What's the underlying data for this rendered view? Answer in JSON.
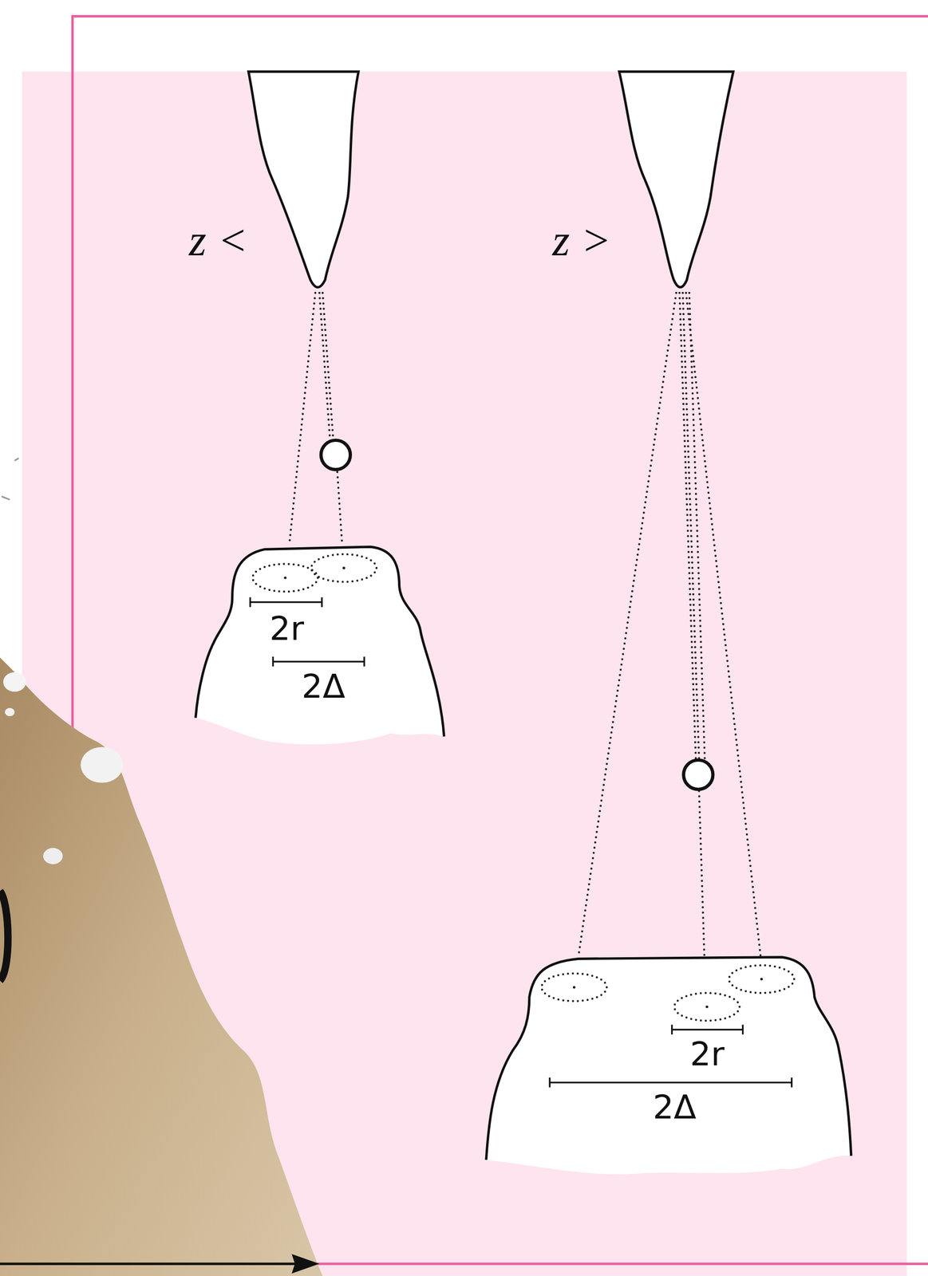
{
  "diagram": {
    "nodes": [
      {
        "text": [
          "2r",
          "2Δ"
        ]
      },
      {
        "text": [
          "2r",
          "2Δ"
        ]
      }
    ],
    "labels": [
      "z <",
      "z >"
    ]
  }
}
